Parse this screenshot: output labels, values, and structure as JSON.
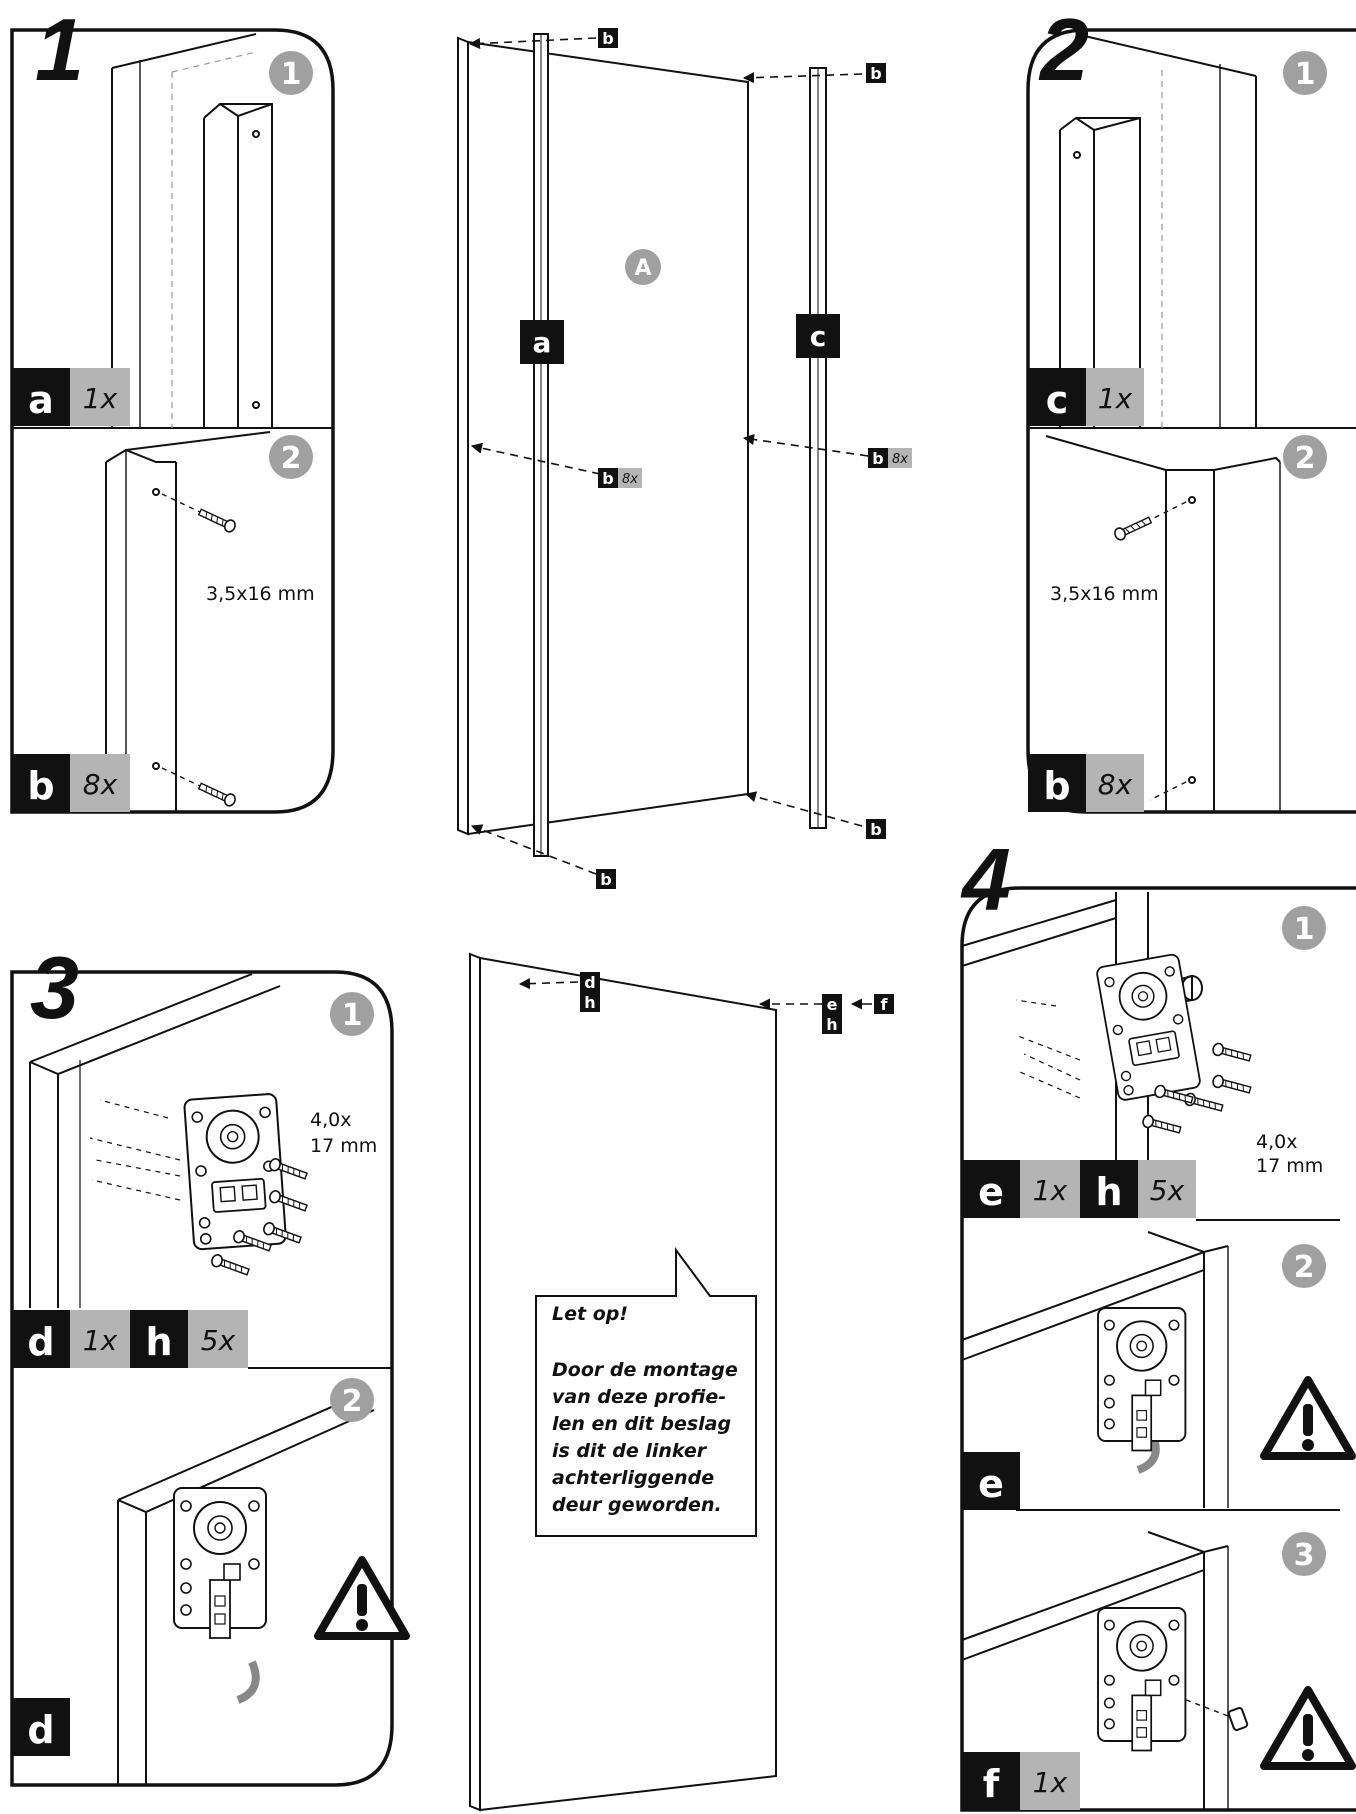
{
  "colors": {
    "ink": "#111111",
    "tag_grey": "#b4b4b4",
    "circle_grey": "#a0a0a0",
    "line_grey": "#888888"
  },
  "steps": {
    "s1": {
      "number": "1",
      "sub1": {
        "num": "1",
        "part": "a",
        "qty": "1x"
      },
      "sub2": {
        "num": "2",
        "part": "b",
        "qty": "8x",
        "spec": "3,5x16 mm"
      }
    },
    "s2": {
      "number": "2",
      "sub1": {
        "num": "1",
        "part": "c",
        "qty": "1x"
      },
      "sub2": {
        "num": "2",
        "part": "b",
        "qty": "8x",
        "spec": "3,5x16 mm"
      }
    },
    "s3": {
      "number": "3",
      "sub1": {
        "num": "1",
        "part1": "d",
        "qty1": "1x",
        "part2": "h",
        "qty2": "5x",
        "spec1": "4,0x",
        "spec2": "17 mm"
      },
      "sub2": {
        "num": "2",
        "part": "d",
        "warning_icon": "warning-triangle-icon"
      }
    },
    "s4": {
      "number": "4",
      "sub1": {
        "num": "1",
        "part1": "e",
        "qty1": "1x",
        "part2": "h",
        "qty2": "5x",
        "spec1": "4,0x",
        "spec2": "17 mm"
      },
      "sub2": {
        "num": "2",
        "part": "e",
        "warning_icon": "warning-triangle-icon"
      },
      "sub3": {
        "num": "3",
        "part": "f",
        "qty": "1x",
        "warning_icon": "warning-triangle-icon"
      }
    }
  },
  "top_center": {
    "panel": "A",
    "profile_left": "a",
    "profile_right": "c",
    "screw_tag": "b",
    "screw_qty": "8x"
  },
  "bottom_center": {
    "tag_d": "d",
    "tag_h": "h",
    "tag_e": "e",
    "tag_h2": "h",
    "tag_f": "f",
    "note": {
      "title": "Let op!",
      "lines": [
        "Door de montage",
        "van deze profie-",
        "len en dit beslag",
        "is dit de linker",
        "achterliggende",
        "deur geworden."
      ]
    }
  }
}
